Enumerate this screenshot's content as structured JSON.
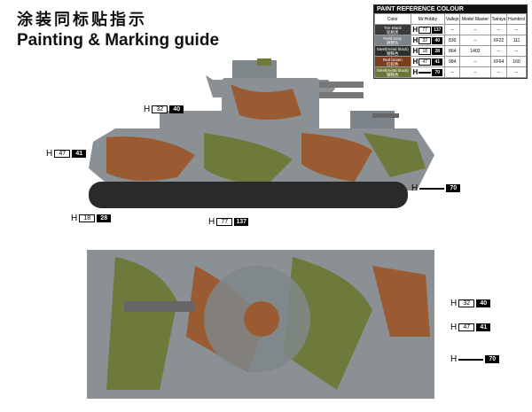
{
  "title_cn": "涂装同标贴指示",
  "title_en": "Painting & Marking guide",
  "table": {
    "title": "PAINT  REFERENCE COLOUR",
    "headers": [
      "Color",
      "Mr.Hobby",
      "Vallejo",
      "Model Master",
      "Tamiya",
      "Humbrol"
    ],
    "rows": [
      {
        "color_en": "Tire Black",
        "color_cn": "轮胎黑",
        "swatch": "#3a3a3a",
        "h1": "77",
        "h2": "137",
        "vallejo": "–",
        "mm": "–",
        "tamiya": "–",
        "humbrol": "–"
      },
      {
        "color_en": "Field Gray",
        "color_cn": "原野灰",
        "swatch": "#7d858a",
        "h1": "32",
        "h2": "40",
        "vallejo": "830",
        "mm": "–",
        "tamiya": "XF22",
        "humbrol": "111"
      },
      {
        "color_en": "Steel(metal black)",
        "color_cn": "钢铁色",
        "swatch": "#2c302c",
        "h1": "18",
        "h2": "28",
        "vallejo": "864",
        "mm": "1402",
        "tamiya": "–",
        "humbrol": "–"
      },
      {
        "color_en": "Red brown",
        "color_cn": "红棕色",
        "swatch": "#7a3e20",
        "h1": "47",
        "h2": "41",
        "vallejo": "984",
        "mm": "–",
        "tamiya": "XF64",
        "humbrol": "160"
      },
      {
        "color_en": "Steel(metal black)",
        "color_cn": "钢铁色",
        "swatch": "#6c7436",
        "h1": "",
        "h2": "70",
        "vallejo": "–",
        "mm": "–",
        "tamiya": "–",
        "humbrol": "–"
      }
    ]
  },
  "callouts": {
    "side_top": {
      "h": "H",
      "a": "32",
      "b": "40"
    },
    "side_left": {
      "h": "H",
      "a": "47",
      "b": "41"
    },
    "side_right": {
      "h": "H",
      "a": "",
      "b": "70"
    },
    "side_bottom_left": {
      "h": "H",
      "a": "18",
      "b": "28"
    },
    "side_bottom": {
      "h": "H",
      "a": "77",
      "b": "137"
    },
    "top_1": {
      "h": "H",
      "a": "32",
      "b": "40"
    },
    "top_2": {
      "h": "H",
      "a": "47",
      "b": "41"
    },
    "top_3": {
      "h": "H",
      "a": "",
      "b": "70"
    }
  },
  "colors": {
    "gray": "#8a9094",
    "green": "#6d7a3c",
    "brown": "#9a5a32",
    "track": "#2a2a2a"
  }
}
